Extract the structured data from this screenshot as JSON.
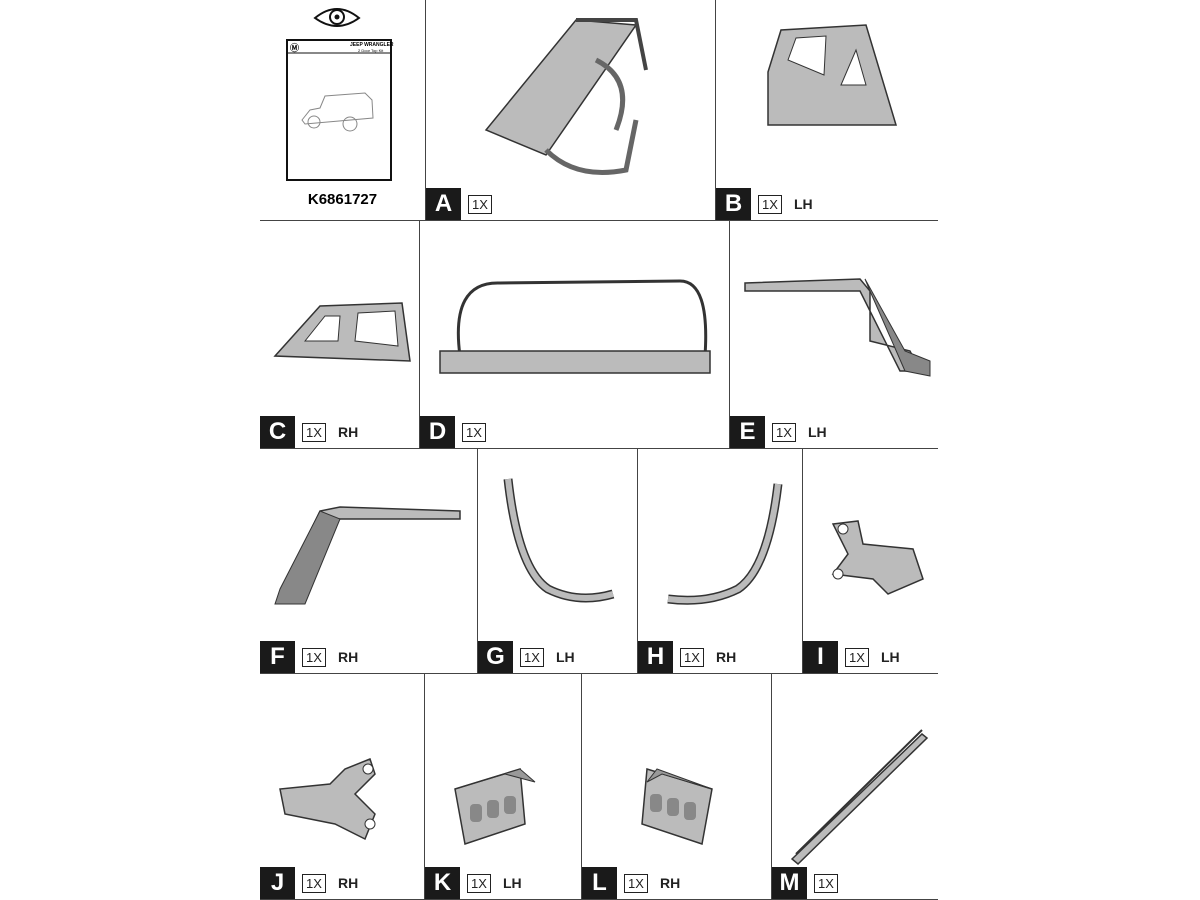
{
  "cover": {
    "part_number": "K6861727",
    "icon": "eye-icon",
    "booklet_title": "JEEP WRANGLER",
    "booklet_subtitle": "2 Door Top Kit"
  },
  "parts": [
    {
      "letter": "A",
      "qty": "1X",
      "side": ""
    },
    {
      "letter": "B",
      "qty": "1X",
      "side": "LH"
    },
    {
      "letter": "C",
      "qty": "1X",
      "side": "RH"
    },
    {
      "letter": "D",
      "qty": "1X",
      "side": ""
    },
    {
      "letter": "E",
      "qty": "1X",
      "side": "LH"
    },
    {
      "letter": "F",
      "qty": "1X",
      "side": "RH"
    },
    {
      "letter": "G",
      "qty": "1X",
      "side": "LH"
    },
    {
      "letter": "H",
      "qty": "1X",
      "side": "RH"
    },
    {
      "letter": "I",
      "qty": "1X",
      "side": "LH"
    },
    {
      "letter": "J",
      "qty": "1X",
      "side": "RH"
    },
    {
      "letter": "K",
      "qty": "1X",
      "side": "LH"
    },
    {
      "letter": "L",
      "qty": "1X",
      "side": "RH"
    },
    {
      "letter": "M",
      "qty": "1X",
      "side": ""
    }
  ]
}
